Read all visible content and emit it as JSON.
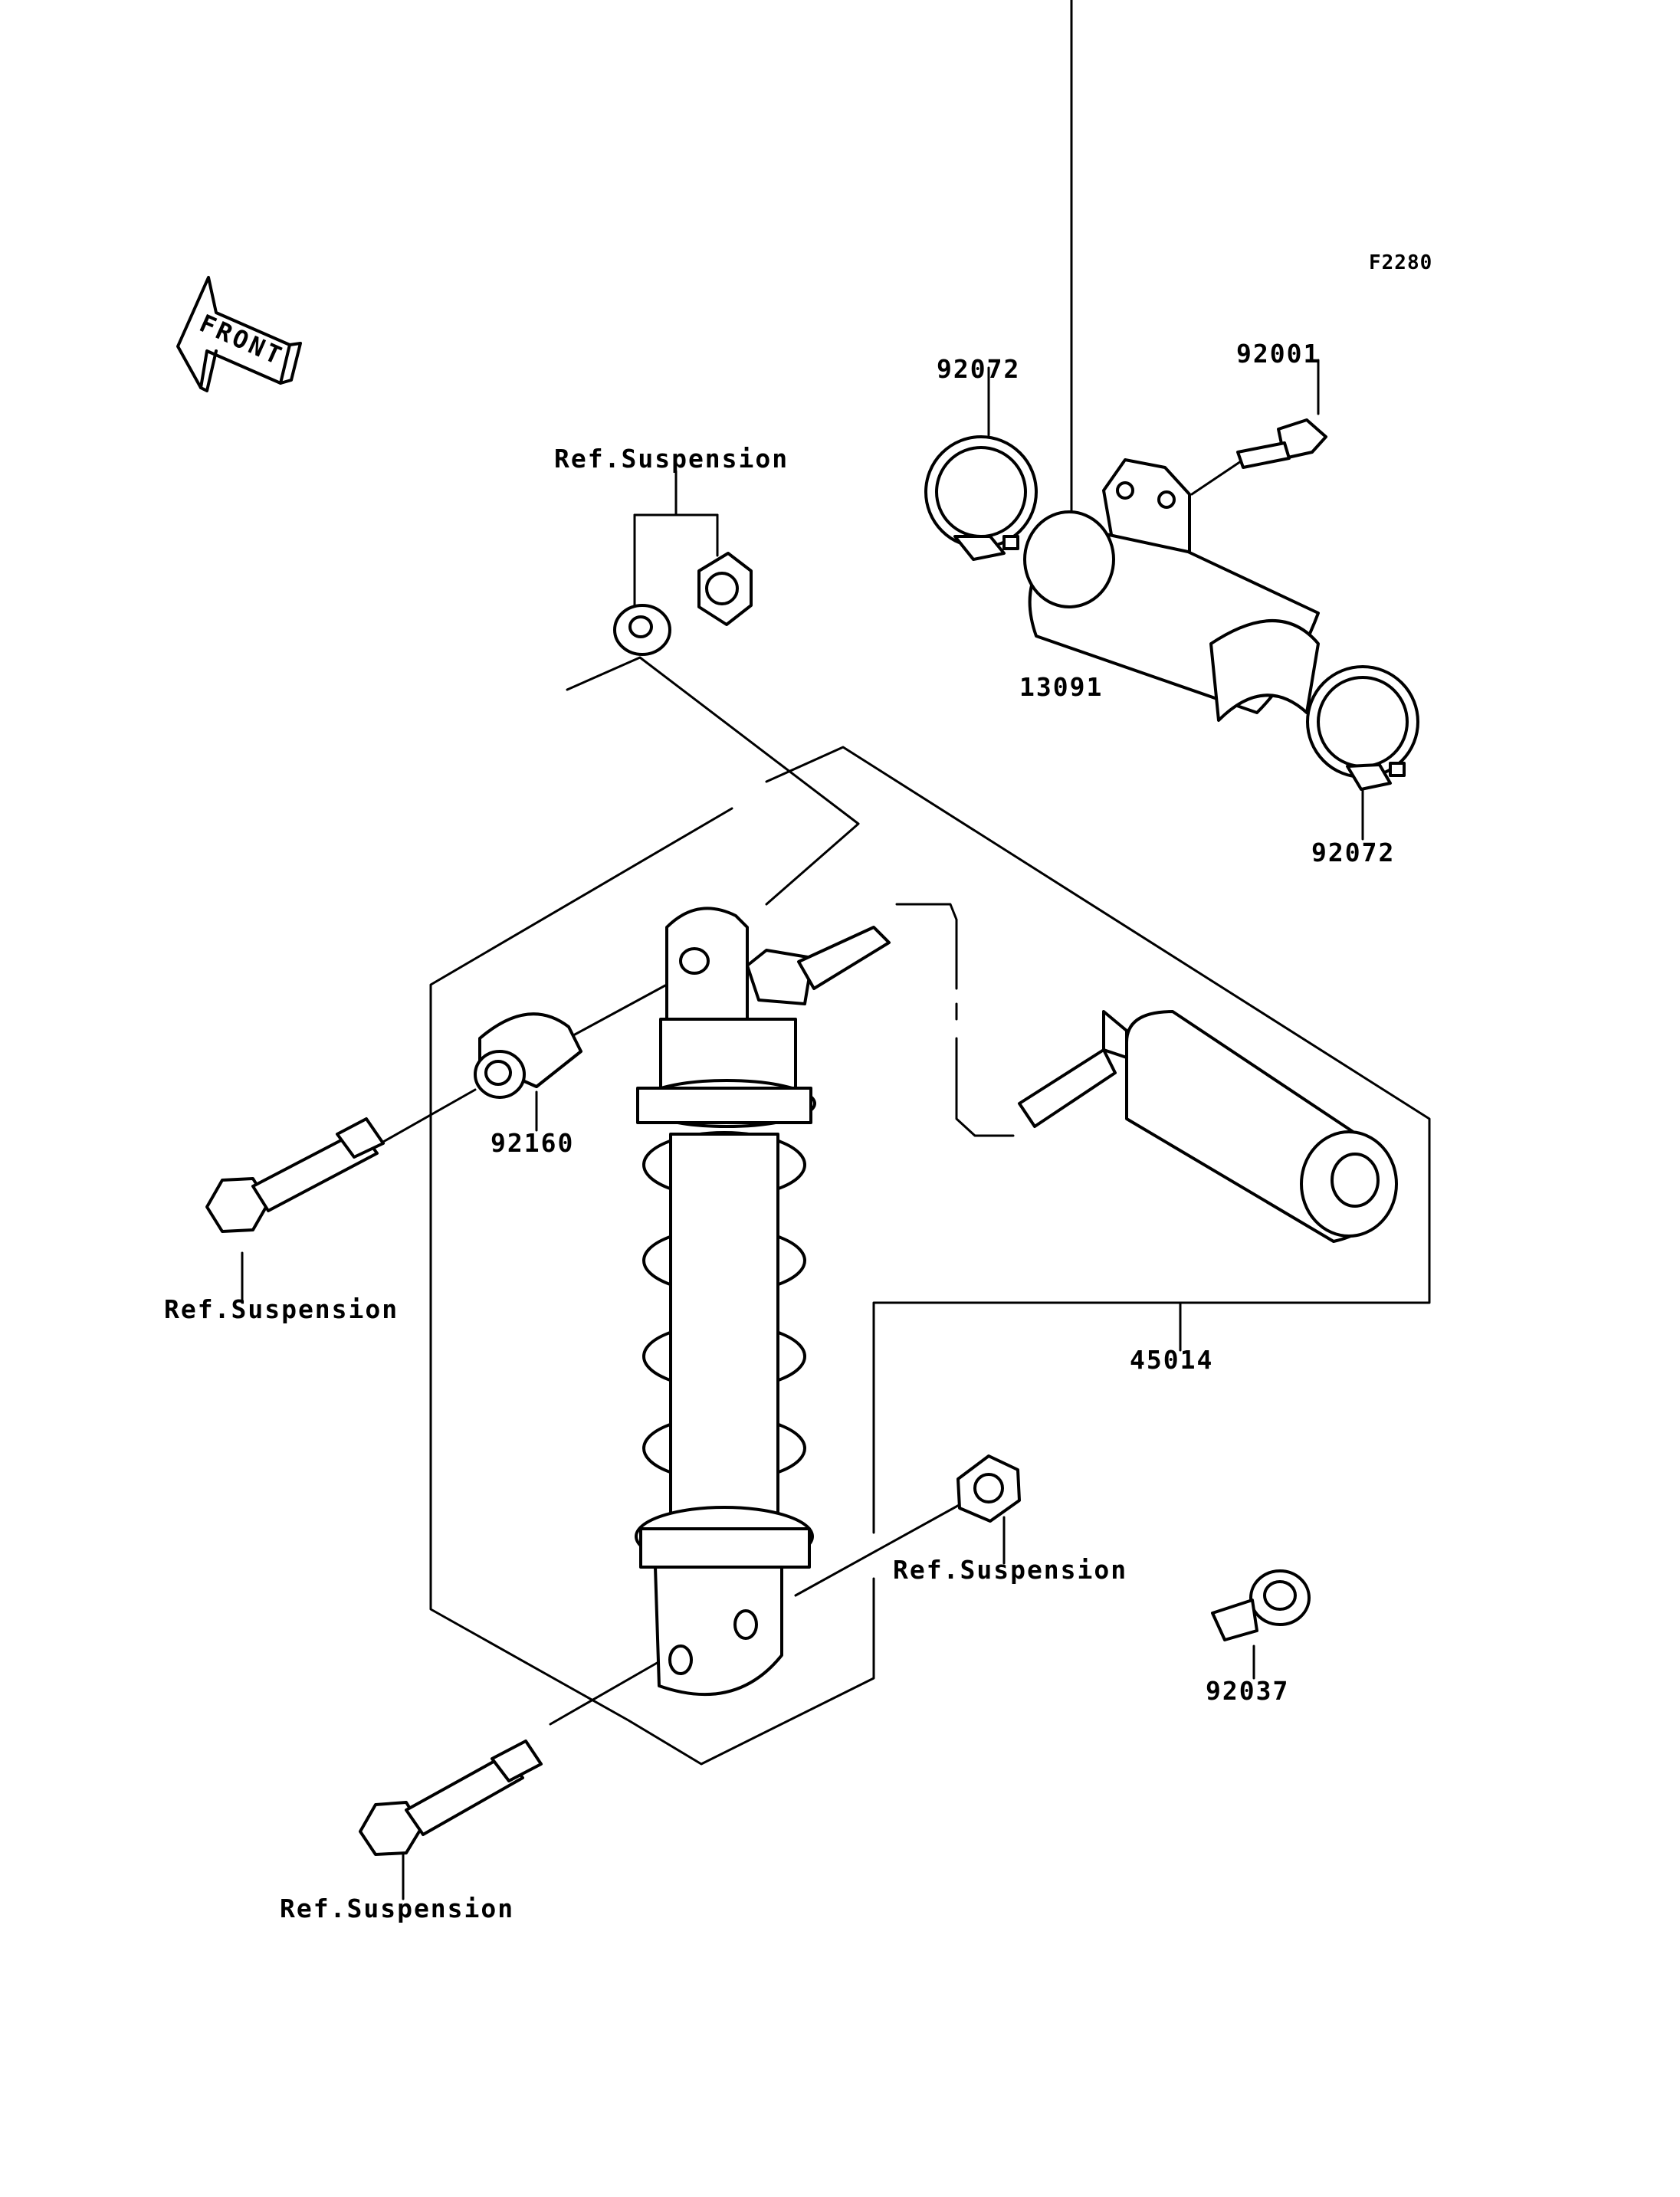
{
  "figure_code": "F2280",
  "front_badge": "FRONT",
  "labels": {
    "ref_suspension_top": "Ref.Suspension",
    "ref_suspension_left": "Ref.Suspension",
    "ref_suspension_right": "Ref.Suspension",
    "ref_suspension_bottom": "Ref.Suspension",
    "clamp_top": "92072",
    "clamp_bottom": "92072",
    "bolt": "92001",
    "holder": "13091",
    "collar": "92160",
    "shock_absorber": "45014",
    "band": "92037"
  }
}
